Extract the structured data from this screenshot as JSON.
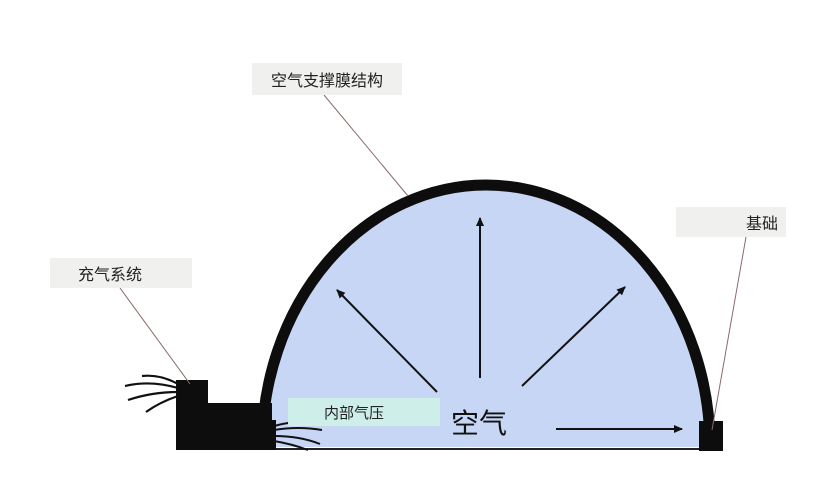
{
  "labels": {
    "membrane_structure": "空气支撑膜结构",
    "inflation_system": "充气系统",
    "foundation": "基础",
    "internal_pressure": "内部气压",
    "air": "空气"
  },
  "colors": {
    "air_fill": "#c7d6f5",
    "membrane": "#0d0d0d",
    "label_bg": "#f0f0ee",
    "pressure_bg": "#cdeee9",
    "leader_line": "#8a6a6a"
  }
}
